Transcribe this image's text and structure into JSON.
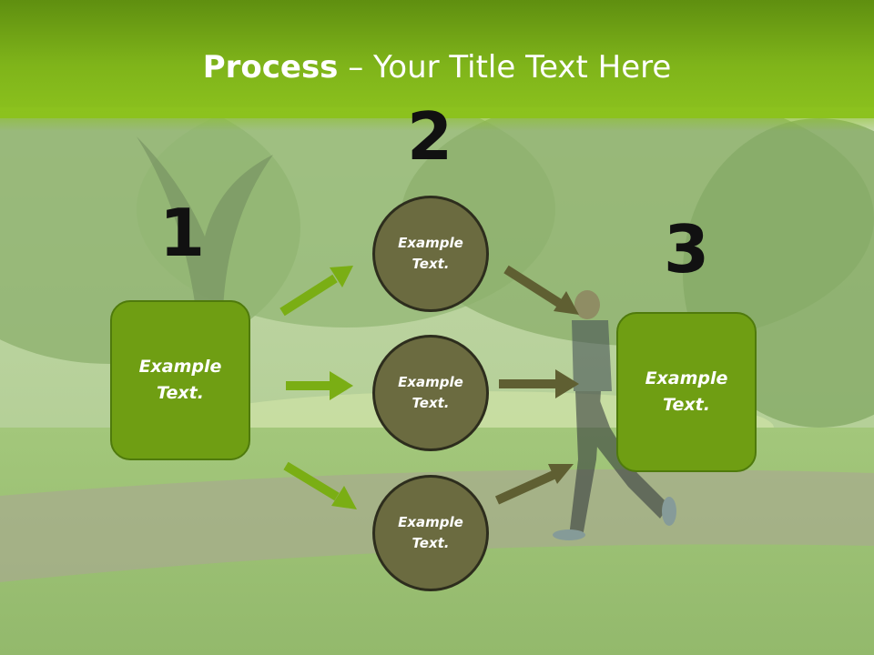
{
  "header": {
    "title_bold": "Process",
    "title_rest": " – Your Title Text Here"
  },
  "steps": [
    {
      "number": "1",
      "text": "Example Text."
    },
    {
      "number": "2",
      "text": "Example Text.",
      "items": [
        "Example Text.",
        "Example Text.",
        "Example Text."
      ]
    },
    {
      "number": "3",
      "text": "Example Text."
    }
  ],
  "colors": {
    "header_green": "#7fb41a",
    "box_green": "#6f9e13",
    "circle_olive": "#6b6b40",
    "arrow_green": "#7aae14",
    "arrow_olive": "#5f5f32"
  }
}
